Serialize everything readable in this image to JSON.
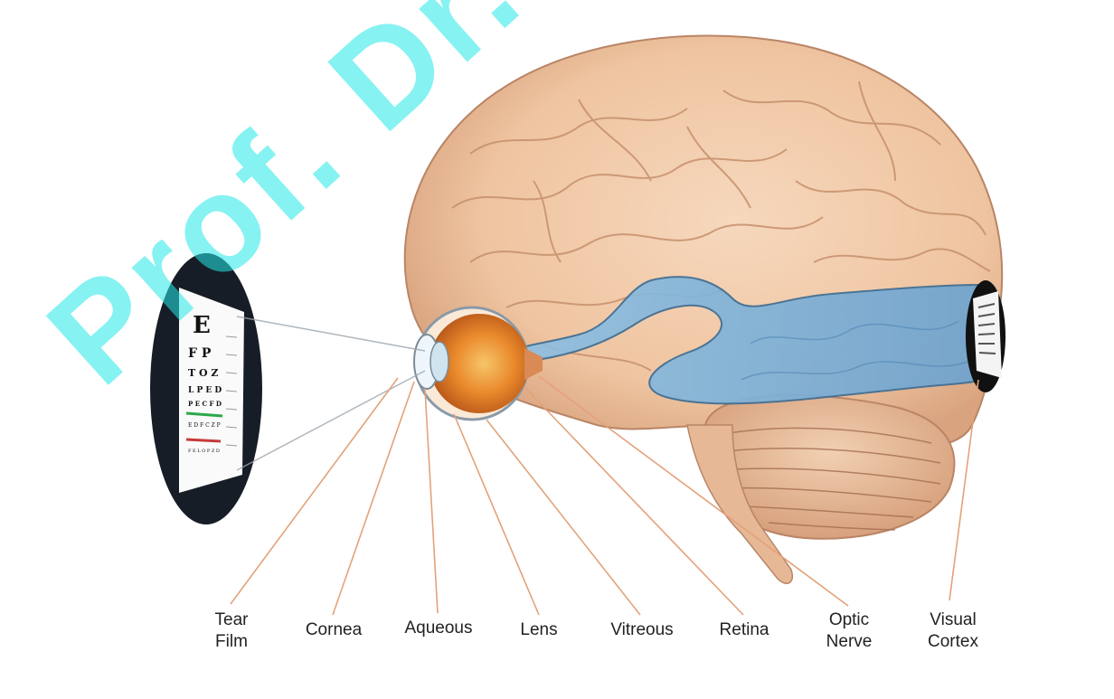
{
  "labels": [
    {
      "line1": "Tear",
      "line2": "Film"
    },
    {
      "line1": "Cornea",
      "line2": ""
    },
    {
      "line1": "Aqueous",
      "line2": ""
    },
    {
      "line1": "Lens",
      "line2": ""
    },
    {
      "line1": "Vitreous",
      "line2": ""
    },
    {
      "line1": "Retina",
      "line2": ""
    },
    {
      "line1": "Optic",
      "line2": "Nerve"
    },
    {
      "line1": "Visual",
      "line2": "Cortex"
    }
  ],
  "eye_chart": {
    "rows": [
      "E",
      "F P",
      "T O Z",
      "L P E D",
      "P E C F D",
      "E D F C Z P",
      "F E L O P Z D"
    ]
  },
  "watermark": "Prof. Dr. Izzet",
  "colors": {
    "brain": "#f0c9a8",
    "brain_dark": "#c98f6a",
    "pathway": "#7fb3d9",
    "pathway_dark": "#4f86b6",
    "eye_iris": "#e9892b",
    "leader_line": "#e3a27a",
    "watermark": "#25e9e9"
  }
}
